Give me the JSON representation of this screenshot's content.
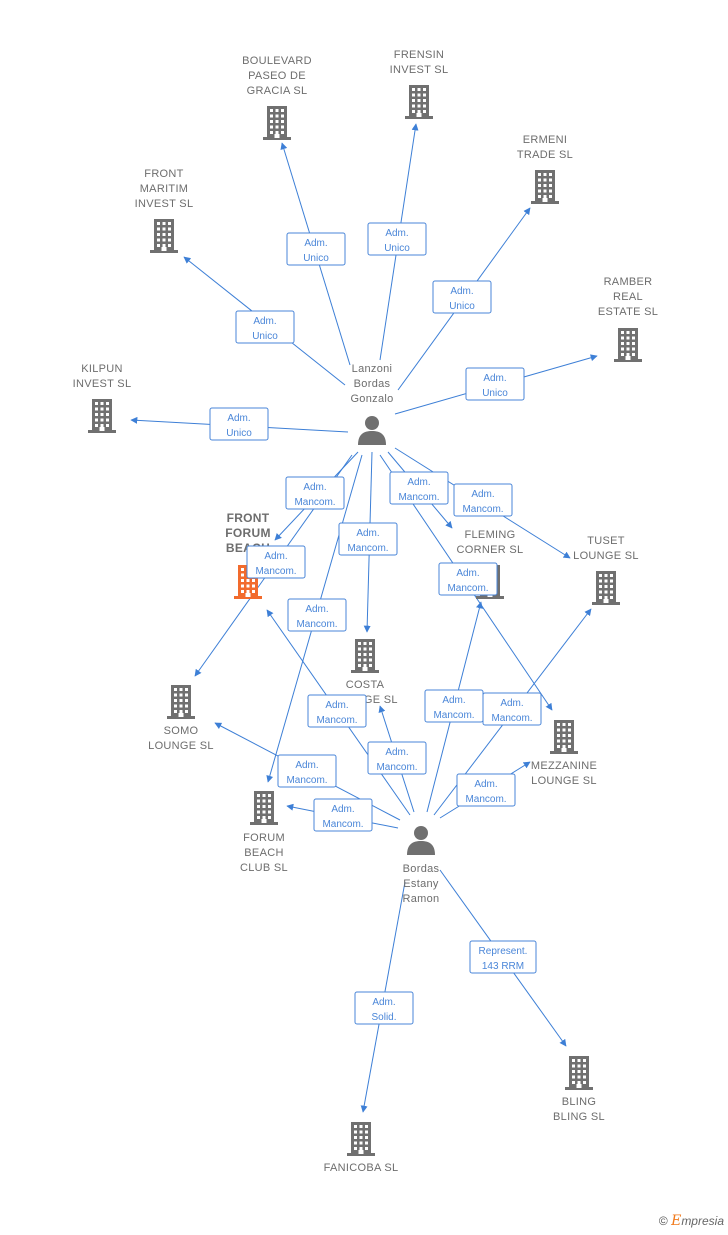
{
  "colors": {
    "edge": "#3d7fd6",
    "label_box": "#4a86d8",
    "company": "#707070",
    "company_focus": "#f26b2d",
    "person": "#707070",
    "text": "#6d6d6d"
  },
  "companies": [
    {
      "id": "boulevard",
      "lines": [
        "BOULEVARD",
        "PASEO DE",
        "GRACIA  SL"
      ],
      "icon": "building-icon"
    },
    {
      "id": "frensin",
      "lines": [
        "FRENSIN",
        "INVEST  SL"
      ],
      "icon": "building-icon"
    },
    {
      "id": "ermeni",
      "lines": [
        "ERMENI",
        "TRADE  SL"
      ],
      "icon": "building-icon"
    },
    {
      "id": "front_maritim",
      "lines": [
        "FRONT",
        "MARITIM",
        "INVEST  SL"
      ],
      "icon": "building-icon"
    },
    {
      "id": "ramber",
      "lines": [
        "RAMBER",
        "REAL",
        "ESTATE  SL"
      ],
      "icon": "building-icon"
    },
    {
      "id": "kilpun",
      "lines": [
        "KILPUN",
        "INVEST  SL"
      ],
      "icon": "building-icon"
    },
    {
      "id": "front_forum",
      "lines": [
        "FRONT",
        "FORUM",
        "BEACH"
      ],
      "icon": "building-icon",
      "focus": true
    },
    {
      "id": "fleming",
      "lines": [
        "FLEMING",
        "CORNER  SL"
      ],
      "icon": "building-icon"
    },
    {
      "id": "tuset",
      "lines": [
        "TUSET",
        "LOUNGE  SL"
      ],
      "icon": "building-icon"
    },
    {
      "id": "costa",
      "lines": [
        "COSTA",
        "LOUNGE  SL"
      ],
      "icon": "building-icon"
    },
    {
      "id": "somo",
      "lines": [
        "SOMO",
        "LOUNGE  SL"
      ],
      "icon": "building-icon"
    },
    {
      "id": "mezzanine",
      "lines": [
        "MEZZANINE",
        "LOUNGE  SL"
      ],
      "icon": "building-icon"
    },
    {
      "id": "forum_beach",
      "lines": [
        "FORUM",
        "BEACH",
        "CLUB  SL"
      ],
      "icon": "building-icon"
    },
    {
      "id": "bling",
      "lines": [
        "BLING",
        "BLING  SL"
      ],
      "icon": "building-icon"
    },
    {
      "id": "fanicoba",
      "lines": [
        "FANICOBA  SL"
      ],
      "icon": "building-icon"
    }
  ],
  "persons": [
    {
      "id": "lanzoni",
      "lines": [
        "Lanzoni",
        "Bordas",
        "Gonzalo"
      ],
      "icon": "person-icon"
    },
    {
      "id": "bordas",
      "lines": [
        "Bordas",
        "Estany",
        "Ramon"
      ],
      "icon": "person-icon"
    }
  ],
  "relations": [
    {
      "from": "lanzoni",
      "to": "boulevard",
      "lines": [
        "Adm.",
        "Unico"
      ]
    },
    {
      "from": "lanzoni",
      "to": "frensin",
      "lines": [
        "Adm.",
        "Unico"
      ]
    },
    {
      "from": "lanzoni",
      "to": "ermeni",
      "lines": [
        "Adm.",
        "Unico"
      ]
    },
    {
      "from": "lanzoni",
      "to": "front_maritim",
      "lines": [
        "Adm.",
        "Unico"
      ]
    },
    {
      "from": "lanzoni",
      "to": "ramber",
      "lines": [
        "Adm.",
        "Unico"
      ]
    },
    {
      "from": "lanzoni",
      "to": "kilpun",
      "lines": [
        "Adm.",
        "Unico"
      ]
    },
    {
      "from": "lanzoni",
      "to": "front_forum",
      "lines": [
        "Adm.",
        "Mancom."
      ]
    },
    {
      "from": "lanzoni",
      "to": "fleming",
      "lines": [
        "Adm.",
        "Mancom."
      ]
    },
    {
      "from": "lanzoni",
      "to": "tuset",
      "lines": [
        "Adm.",
        "Mancom."
      ]
    },
    {
      "from": "lanzoni",
      "to": "costa",
      "lines": [
        "Adm.",
        "Mancom."
      ]
    },
    {
      "from": "lanzoni",
      "to": "somo",
      "lines": [
        "Adm.",
        "Mancom."
      ]
    },
    {
      "from": "lanzoni",
      "to": "forum_beach",
      "lines": [
        "Adm.",
        "Mancom."
      ]
    },
    {
      "from": "lanzoni",
      "to": "mezzanine",
      "lines": [
        "Adm.",
        "Mancom."
      ]
    },
    {
      "from": "bordas",
      "to": "front_forum",
      "lines": [
        "Adm.",
        "Mancom."
      ]
    },
    {
      "from": "bordas",
      "to": "costa",
      "lines": [
        "Adm.",
        "Mancom."
      ]
    },
    {
      "from": "bordas",
      "to": "fleming",
      "lines": [
        "Adm.",
        "Mancom."
      ]
    },
    {
      "from": "bordas",
      "to": "tuset",
      "lines": [
        "Adm.",
        "Mancom."
      ]
    },
    {
      "from": "bordas",
      "to": "mezzanine",
      "lines": [
        "Adm.",
        "Mancom."
      ]
    },
    {
      "from": "bordas",
      "to": "somo",
      "lines": [
        "Adm.",
        "Mancom."
      ]
    },
    {
      "from": "bordas",
      "to": "forum_beach",
      "lines": [
        "Adm.",
        "Mancom."
      ]
    },
    {
      "from": "bordas",
      "to": "bling",
      "lines": [
        "Represent.",
        "143 RRM"
      ]
    },
    {
      "from": "bordas",
      "to": "fanicoba",
      "lines": [
        "Adm.",
        "Solid."
      ]
    }
  ],
  "brand": {
    "copyright": "©",
    "initial": "E",
    "rest": "mpresia"
  }
}
